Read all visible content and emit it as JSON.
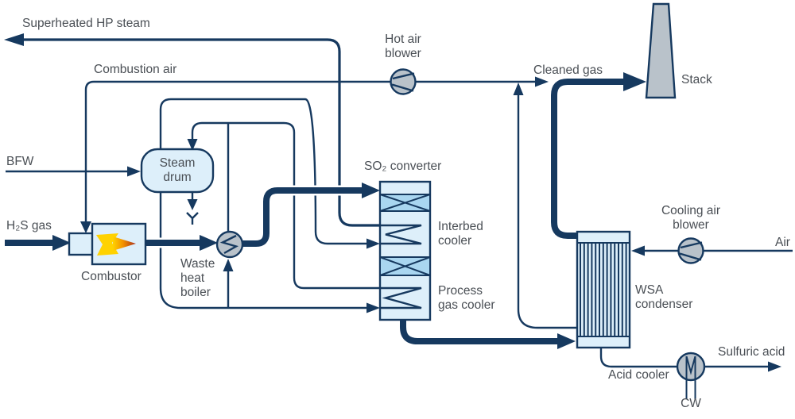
{
  "diagram_type": "process-flow-diagram",
  "process_name": "WSA sulfuric acid process",
  "colors": {
    "navy": "#16395f",
    "lightblue": "#ddeffa",
    "bedblue": "#a9d6f0",
    "gray": "#b9c2ca",
    "labelgray": "#4a4f55",
    "flame1": "#ffd200",
    "flame2": "#f29000",
    "flame3": "#a82e1c"
  },
  "labels": {
    "superheated_hp_steam": "Superheated HP steam",
    "combustion_air": "Combustion air",
    "hot_air_blower_1": "Hot air",
    "hot_air_blower_2": "blower",
    "cleaned_gas": "Cleaned gas",
    "stack": "Stack",
    "bfw": "BFW",
    "steam_drum_1": "Steam",
    "steam_drum_2": "drum",
    "h2s_gas": "H₂S gas",
    "combustor": "Combustor",
    "waste_heat_boiler_1": "Waste",
    "waste_heat_boiler_2": "heat",
    "waste_heat_boiler_3": "boiler",
    "so2_converter": "SO₂ converter",
    "interbed_cooler_1": "Interbed",
    "interbed_cooler_2": "cooler",
    "process_gas_cooler_1": "Process",
    "process_gas_cooler_2": "gas cooler",
    "cooling_air_blower_1": "Cooling air",
    "cooling_air_blower_2": "blower",
    "air": "Air",
    "wsa_condenser_1": "WSA",
    "wsa_condenser_2": "condenser",
    "sulfuric_acid": "Sulfuric acid",
    "acid_cooler": "Acid cooler",
    "cw": "CW"
  }
}
